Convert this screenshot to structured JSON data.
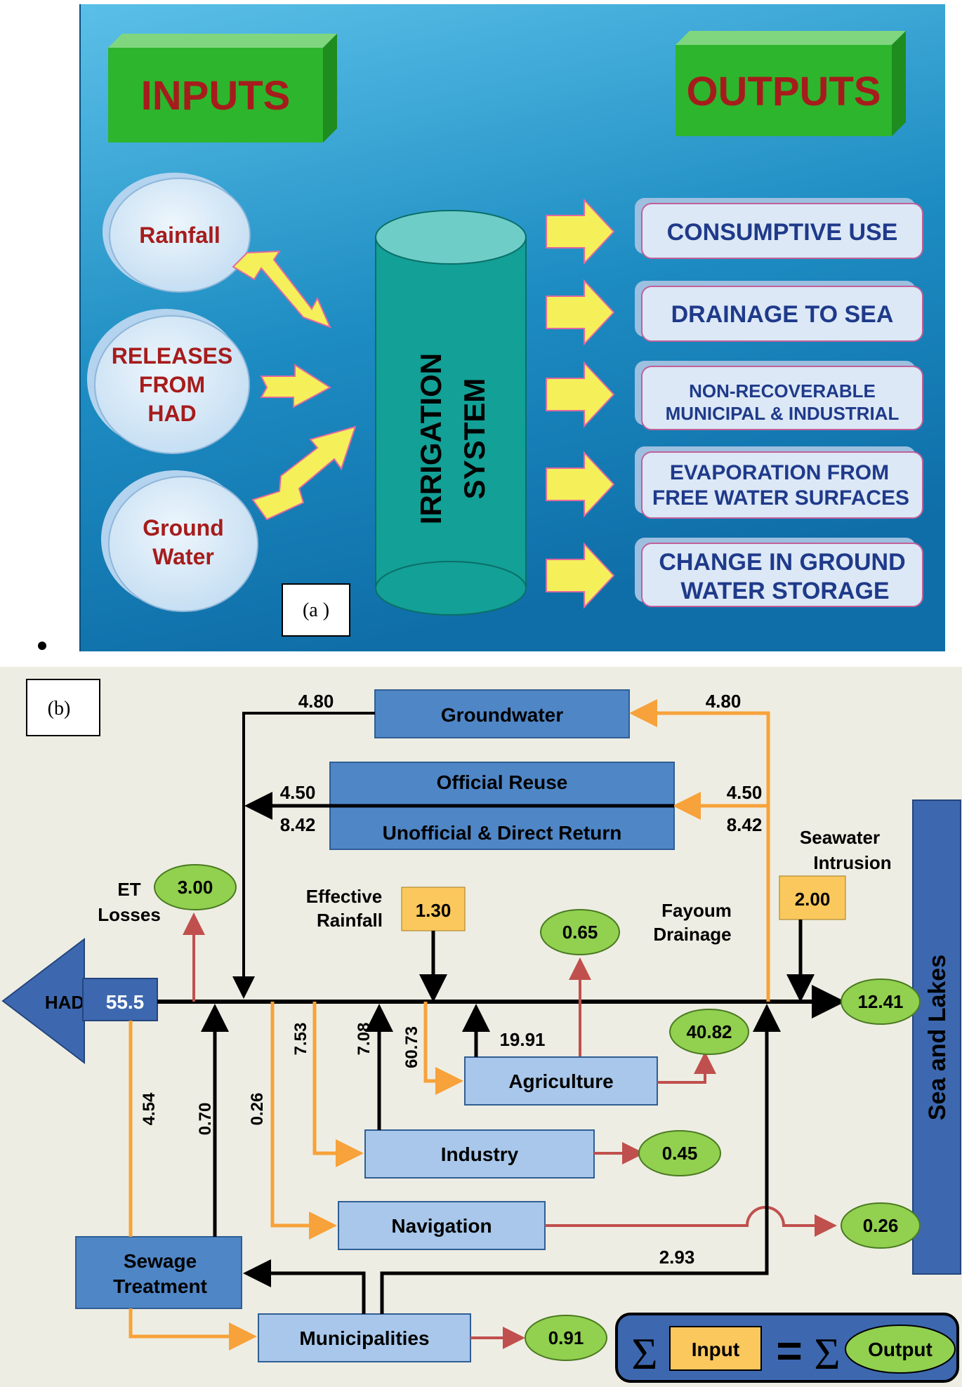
{
  "panel_a": {
    "tag": "(a )",
    "inputs_label": "INPUTS",
    "outputs_label": "OUTPUTS",
    "rainfall": "Rainfall",
    "releases_1": "RELEASES",
    "releases_2": "FROM",
    "releases_3": "HAD",
    "groundwater_1": "Ground",
    "groundwater_2": "Water",
    "system_1": "IRRIGATION",
    "system_2": "SYSTEM",
    "out1": "CONSUMPTIVE USE",
    "out2": "DRAINAGE TO SEA",
    "out3_1": "NON-RECOVERABLE",
    "out3_2": "MUNICIPAL  & INDUSTRIAL",
    "out4_1": "EVAPORATION  FROM",
    "out4_2": "FREE WATER SURFACES",
    "out5_1": "CHANGE IN GROUND",
    "out5_2": "WATER STORAGE",
    "colors": {
      "background": "#2a98c8",
      "title_box": "#2db52d",
      "title_text": "#a61c1c",
      "input_ellipse": "#d6e9f8",
      "cylinder": "#17a39a",
      "arrow": "#f5f05a",
      "output_box": "#dce8f6",
      "output_text": "#1f3a8a"
    }
  },
  "panel_b": {
    "tag": "(b)",
    "had": "HAD",
    "had_value": "55.5",
    "sea": "Sea and Lakes",
    "groundwater": "Groundwater",
    "official_reuse": "Official Reuse",
    "unofficial": "Unofficial & Direct Return",
    "et_1": "ET",
    "et_2": "Losses",
    "et_value": "3.00",
    "eff_rain_1": "Effective",
    "eff_rain_2": "Rainfall",
    "eff_rain_value": "1.30",
    "fayoum_1": "Fayoum",
    "fayoum_2": "Drainage",
    "fayoum_value": "0.65",
    "seawater_1": "Seawater",
    "seawater_2": "Intrusion",
    "seawater_value": "2.00",
    "to_sea_value": "12.41",
    "agriculture": "Agriculture",
    "agri_out": "40.82",
    "industry": "Industry",
    "industry_out": "0.45",
    "navigation": "Navigation",
    "navigation_out": "0.26",
    "sewage_1": "Sewage",
    "sewage_2": "Treatment",
    "municipalities": "Municipalities",
    "muni_out": "0.91",
    "gw_left": "4.80",
    "gw_right": "4.80",
    "reuse_left": "4.50",
    "reuse_right": "4.50",
    "unoff_left": "8.42",
    "unoff_right": "8.42",
    "v_454": "4.54",
    "v_070": "0.70",
    "v_026": "0.26",
    "v_753": "7.53",
    "v_708": "7.08",
    "v_6073": "60.73",
    "v_1991": "19.91",
    "v_293": "2.93",
    "legend_input": "Input",
    "legend_output": "Output",
    "legend_sigma": "Σ",
    "legend_equals": "=",
    "colors": {
      "background": "#eeede3",
      "dark_box": "#4f86c6",
      "light_box": "#a8c7ea",
      "orange": "#f7a23a",
      "red": "#c0504d",
      "green_ellipse": "#92d050",
      "yellow_box": "#fbc85d",
      "sea": "#3d68b0"
    }
  }
}
